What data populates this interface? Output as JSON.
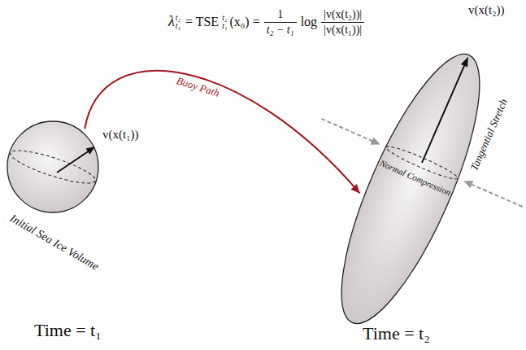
{
  "diagram": {
    "nodes": [
      {
        "text": [
          "Initial Sea Ice Volume"
        ]
      },
      {
        "text": [
          "Tangential Stretch",
          "Normal Compression"
        ]
      }
    ],
    "edges": [
      {
        "from": 0,
        "to": 1,
        "arrow": "to",
        "label": "Buoy Path"
      }
    ],
    "labels": [
      "λ",
      "t₂",
      "t₁",
      "= TSE",
      "t₂",
      "t₁",
      "(x₀) =",
      "1",
      "t₂ − t₁",
      "log",
      "|v(x(t₂))|",
      "|v(x(t₁))|",
      "v(x(t₁))",
      "v(x(t₂))",
      "Time = t₁",
      "Time = t₂"
    ]
  }
}
